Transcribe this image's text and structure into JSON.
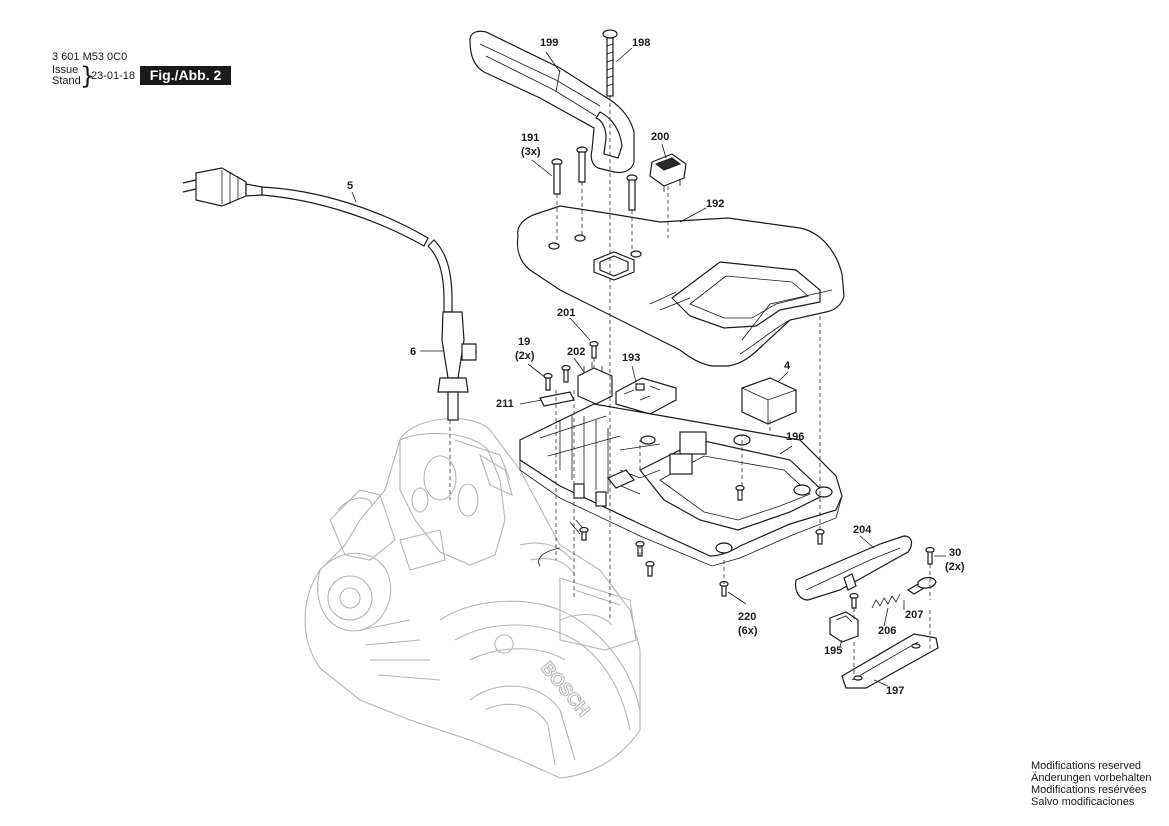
{
  "header": {
    "part_number": "3 601 M53 0C0",
    "issue_label": "Issue",
    "stand_label": "Stand",
    "issue_date": "23-01-18",
    "figure_label": "Fig./Abb. 2"
  },
  "footer": {
    "lines": [
      "Modifications reserved",
      "Änderungen vorbehalten",
      "Modifications resérvées",
      "Salvo modificaciones"
    ]
  },
  "brand_mark": "BOSCH",
  "callouts": {
    "c199": "199",
    "c198": "198",
    "c191": "191",
    "c191q": "(3x)",
    "c200": "200",
    "c5": "5",
    "c192": "192",
    "c201": "201",
    "c19": "19",
    "c19q": "(2x)",
    "c202": "202",
    "c193": "193",
    "c4": "4",
    "c6": "6",
    "c211": "211",
    "c196": "196",
    "c204": "204",
    "c30": "30",
    "c30q": "(2x)",
    "c220": "220",
    "c220q": "(6x)",
    "c207": "207",
    "c206": "206",
    "c195": "195",
    "c197": "197"
  }
}
